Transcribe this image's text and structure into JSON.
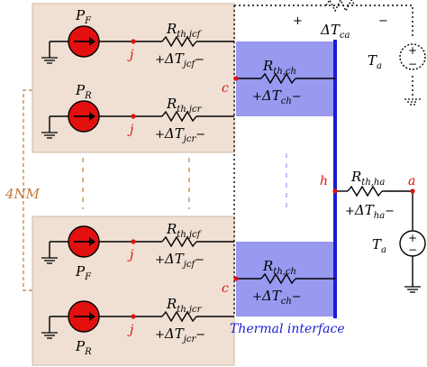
{
  "colors": {
    "module_bg": "#efe0d3",
    "module_border": "#cfb8a4",
    "thermal_block": "#9999f0",
    "thermal_interface": "#1c1cd6",
    "source_red": "#e31010",
    "node_red": "#e31010",
    "label_orange": "#c07a3a"
  },
  "labels": {
    "pf_main": "P",
    "pf_sub": "F",
    "pr_main": "P",
    "pr_sub": "R",
    "node_j": "j",
    "node_c": "c",
    "node_h": "h",
    "node_a": "a",
    "rjcf_main": "R",
    "rjcf_sub": "th,jcf",
    "rjcr_main": "R",
    "rjcr_sub": "th,jcr",
    "rch_main": "R",
    "rch_sub": "th,ch",
    "rha_main": "R",
    "rha_sub": "th,ha",
    "plus": "+",
    "minus": "−",
    "delta": "ΔT",
    "djcf_sub": "jcf",
    "djcr_sub": "jcr",
    "dch_sub": "ch",
    "dha_sub": "ha",
    "dca_sub": "ca",
    "ta_main": "T",
    "ta_sub": "a",
    "group_label": "4NM",
    "thermal_interface": "Thermal interface"
  }
}
